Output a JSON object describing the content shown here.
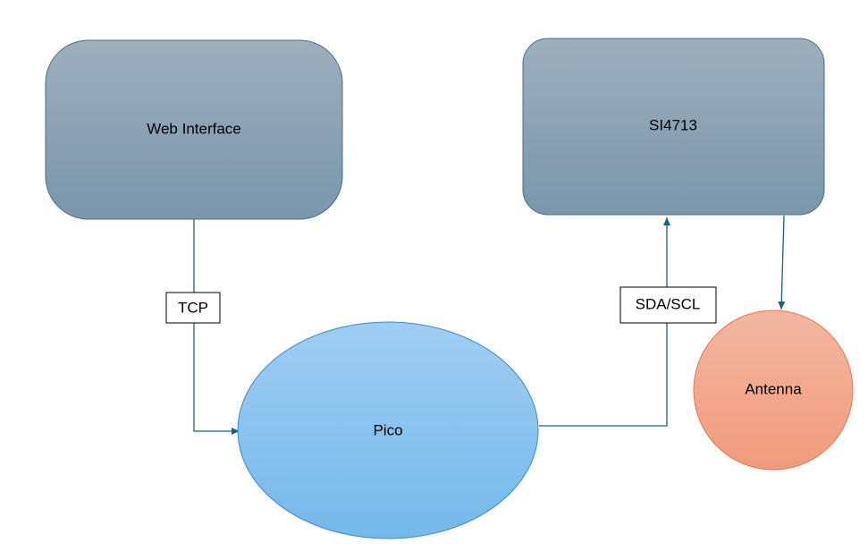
{
  "diagram": {
    "nodes": {
      "web_interface": {
        "label": "Web Interface",
        "shape": "rounded-rectangle"
      },
      "si4713": {
        "label": "SI4713",
        "shape": "rounded-rectangle"
      },
      "pico": {
        "label": "Pico",
        "shape": "ellipse"
      },
      "antenna": {
        "label": "Antenna",
        "shape": "circle"
      }
    },
    "edges": {
      "tcp": {
        "from": "Web Interface",
        "to": "Pico",
        "label": "TCP"
      },
      "sda_scl": {
        "from": "Pico",
        "to": "SI4713",
        "label": "SDA/SCL"
      },
      "antenna_feed": {
        "from": "SI4713",
        "to": "Antenna",
        "label": ""
      }
    },
    "colors": {
      "box_fill_top": "#9eafbd",
      "box_fill_bottom": "#7996ab",
      "box_stroke": "#4e6e86",
      "pico_fill_top": "#9fcdf3",
      "pico_fill_bottom": "#74b9ea",
      "pico_stroke": "#3d8cc4",
      "antenna_fill_top": "#f2b7a1",
      "antenna_fill_bottom": "#f29b7c",
      "antenna_stroke": "#e8764f",
      "connector": "#1f5f82",
      "label_box_stroke": "#000000"
    }
  }
}
